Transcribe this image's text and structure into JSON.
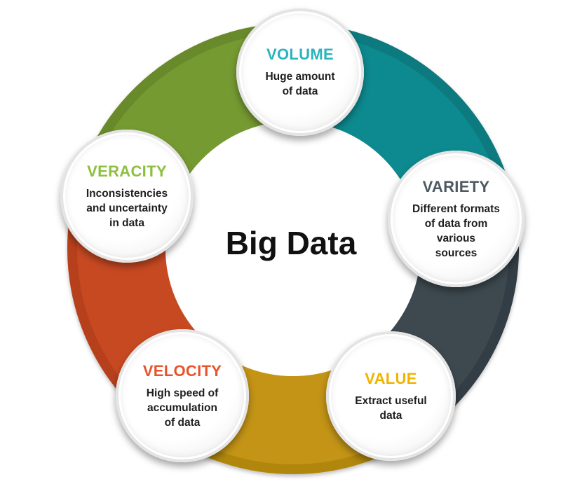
{
  "diagram": {
    "center_title": "Big Data",
    "segments": [
      {
        "name": "VOLUME",
        "title_color": "#2bb3be",
        "ring_color": "#0f8a8f",
        "ring_shade": "#0a6e72",
        "description": "Huge amount\nof data"
      },
      {
        "name": "VARIETY",
        "title_color": "#4d5a63",
        "ring_color": "#3c4850",
        "ring_shade": "#2c363c",
        "description": "Different formats\nof data from\nvarious\nsources"
      },
      {
        "name": "VALUE",
        "title_color": "#f0b400",
        "ring_color": "#c39412",
        "ring_shade": "#a07a0c",
        "description": "Extract useful\ndata"
      },
      {
        "name": "VELOCITY",
        "title_color": "#e8532b",
        "ring_color": "#c74a22",
        "ring_shade": "#a83b19",
        "description": "High speed of\naccumulation\nof data"
      },
      {
        "name": "VERACITY",
        "title_color": "#8dbf3f",
        "ring_color": "#769a33",
        "ring_shade": "#5f7d27",
        "description": "Inconsistencies\nand uncertainty\nin data"
      }
    ]
  }
}
